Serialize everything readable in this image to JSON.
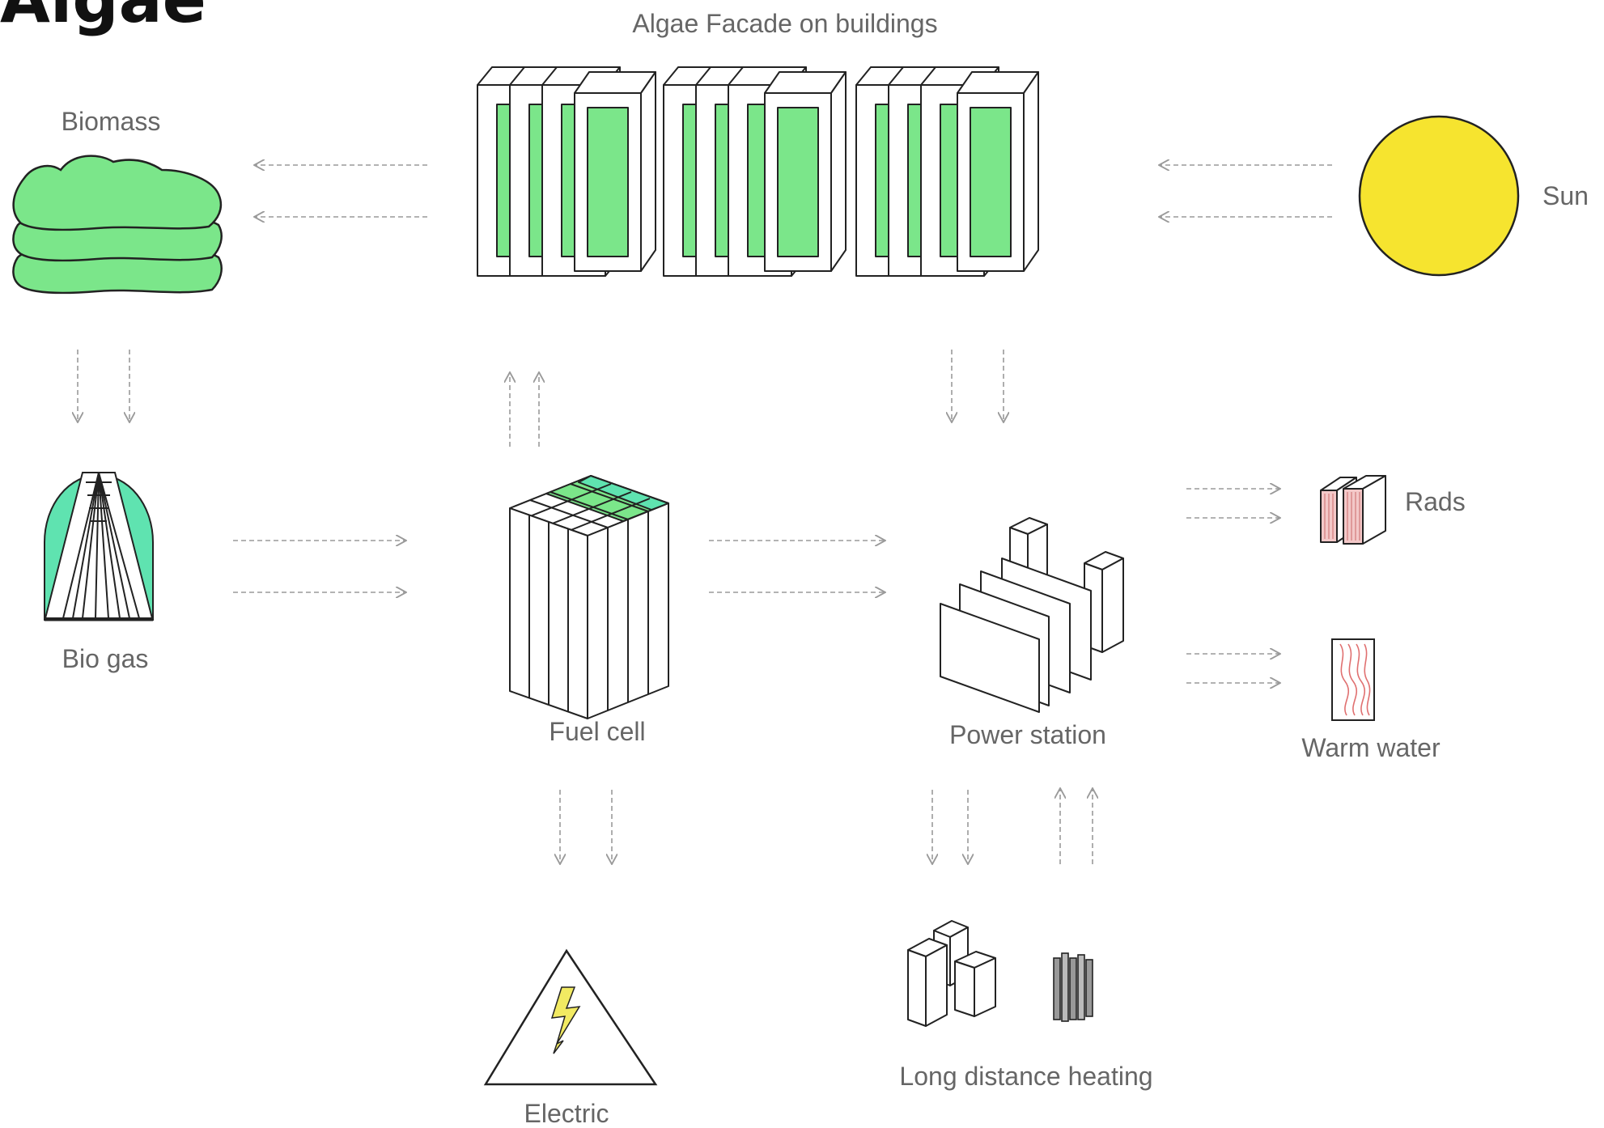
{
  "title": "Algae",
  "labels": {
    "facade": "Algae Facade on buildings",
    "biomass": "Biomass",
    "sun": "Sun",
    "biogas": "Bio gas",
    "fuel_cell": "Fuel cell",
    "power_station": "Power station",
    "rads": "Rads",
    "warm_water": "Warm water",
    "electric": "Electric",
    "heating": "Long distance heating"
  },
  "colors": {
    "algae_green": "#7be68a",
    "biogas_green": "#5fe3b0",
    "sun_yellow": "#f6e42f",
    "bolt_yellow": "#f2ea62",
    "rads_pink": "#f3c8c8",
    "wave_red": "#e07070",
    "label_gray": "#666666",
    "arrow_gray": "#9a9a9a"
  }
}
